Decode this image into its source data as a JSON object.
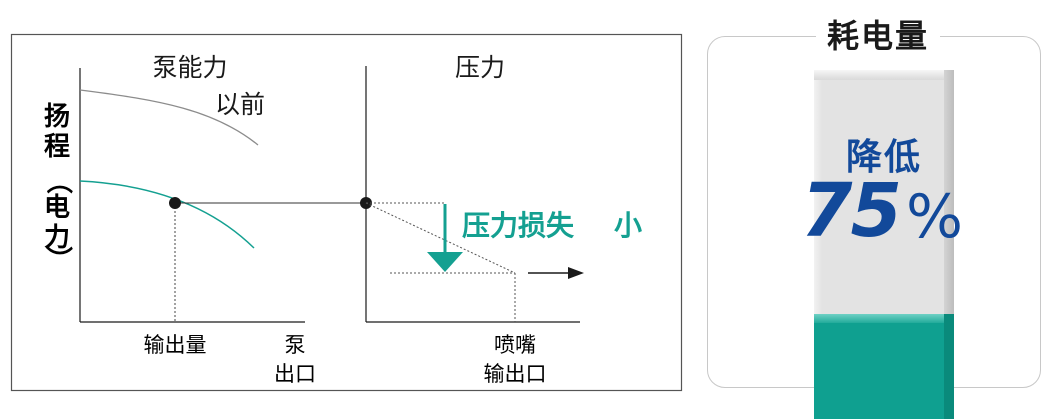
{
  "diagram": {
    "left_panel_title": "泵能力",
    "right_panel_title": "压力",
    "y_axis_label_chars": [
      "扬",
      "程",
      "（",
      "电",
      "力",
      "）"
    ],
    "curve_label_before": "以前",
    "pressure_loss_label": "压力损失",
    "pressure_loss_size": "小",
    "left_x_labels": {
      "output": "输出量",
      "pump_outlet_line1": "泵",
      "pump_outlet_line2": "出口"
    },
    "right_x_labels": {
      "nozzle_line1": "喷嘴",
      "nozzle_line2": "输出口"
    },
    "colors": {
      "teal": "#14a091",
      "before_curve": "#8c8c8c",
      "axis": "#1a1a1a"
    }
  },
  "meter": {
    "title": "耗电量",
    "reduction_label": "降低",
    "reduction_value": "75",
    "reduction_unit": "%",
    "fill_level": 0.25,
    "colors": {
      "text": "#12499a",
      "fill": "#0fa090",
      "tube": "#e3e3e3"
    }
  }
}
